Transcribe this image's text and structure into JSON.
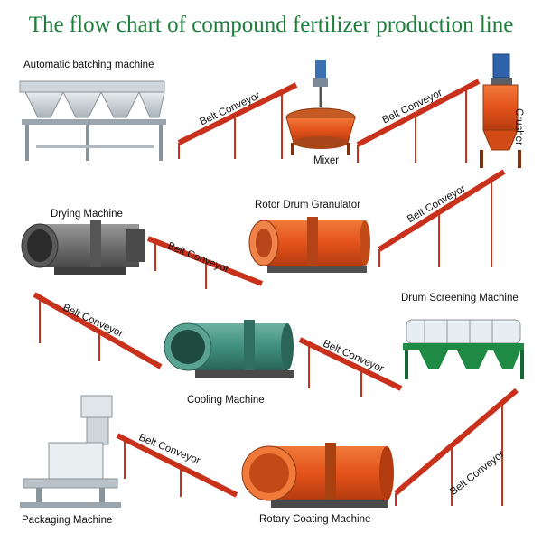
{
  "title": "The flow chart of compound fertilizer production line",
  "machines": {
    "batching": "Automatic batching machine",
    "mixer": "Mixer",
    "crusher": "Crusher",
    "drying": "Drying Machine",
    "granulator": "Rotor Drum Granulator",
    "screening": "Drum Screening Machine",
    "cooling": "Cooling Machine",
    "packaging": "Packaging Machine",
    "rotary_coating": "Rotary Coating Machine"
  },
  "conveyor_label": "Belt Conveyor",
  "colors": {
    "title": "#1e7f3c",
    "conveyor_frame": "#c8321c",
    "drum_orange": "#e8571c",
    "drum_teal": "#3f8f7e",
    "drum_gray": "#6f6f6f",
    "screen_green": "#1f8a43"
  }
}
